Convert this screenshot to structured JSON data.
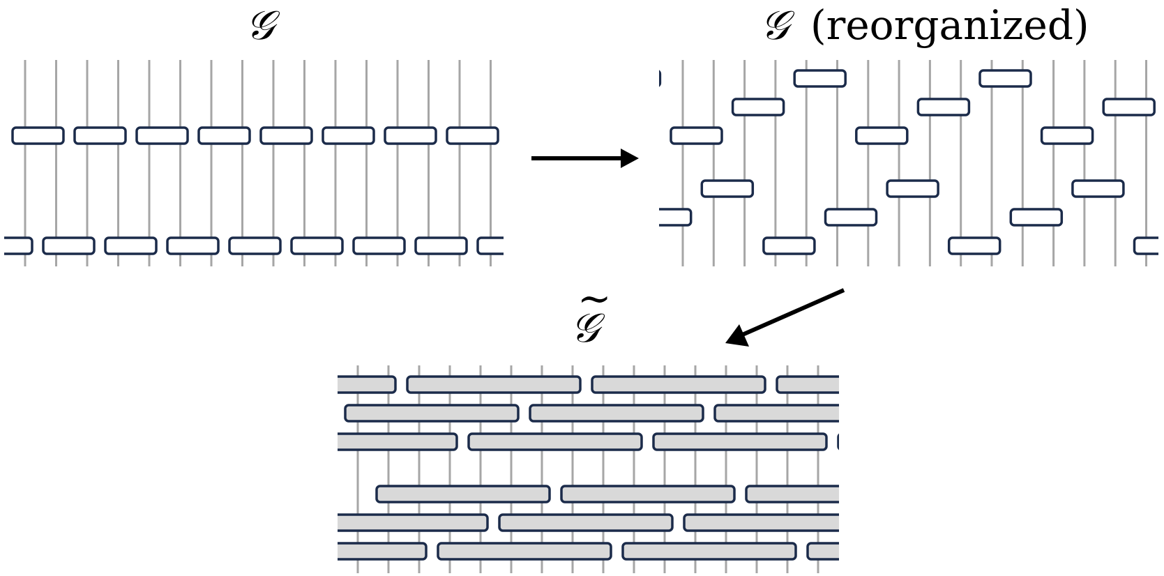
{
  "colors": {
    "wire": "#a6a6a6",
    "gate_stroke": "#1b2b4a",
    "gate_fill_open": "#ffffff",
    "gate_fill_merged": "#d9d9d9",
    "arrow": "#000000"
  },
  "panels": {
    "original": {
      "title": "𝒢",
      "title_suffix": ""
    },
    "reorganized": {
      "title": "𝒢",
      "title_suffix": "(reorganized)"
    },
    "coarse": {
      "title": "𝒢",
      "title_accent": "~"
    }
  }
}
